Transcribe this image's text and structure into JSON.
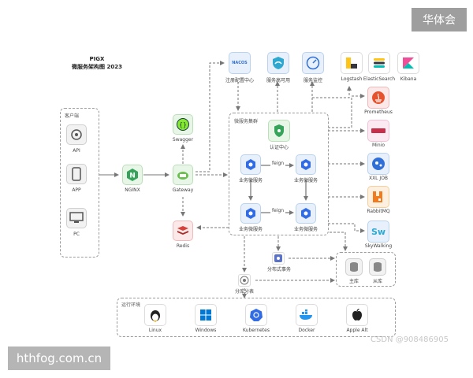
{
  "title": {
    "line1": "PIGX",
    "line2": "微服务架构图 2023"
  },
  "groups": {
    "client": "客户端",
    "microservice_cluster": "微服务集群",
    "runtime": "运行环境"
  },
  "clients": [
    {
      "label": "API",
      "icon": "api-icon"
    },
    {
      "label": "APP",
      "icon": "phone-icon"
    },
    {
      "label": "PC",
      "icon": "monitor-icon"
    }
  ],
  "nodes": {
    "nginx": "NGINX",
    "gateway": "Gateway",
    "swagger": "Swagger",
    "redis": "Redis",
    "nacos_logo": "NACOS",
    "registry": "注册配置中心",
    "service_availability": "服务高可用",
    "service_monitor": "服务监控",
    "auth_center": "认证中心",
    "biz_service_1": "业务微服务",
    "biz_service_2": "业务微服务",
    "biz_service_3": "业务微服务",
    "biz_service_4": "业务微服务",
    "feign_top": "feign",
    "feign_bottom": "feign",
    "distributed_tx": "分布式事务",
    "sharding": "分库分表",
    "master_db": "主库",
    "slave_db": "从库"
  },
  "right_tools": [
    {
      "label": "Prometheus",
      "icon": "prometheus-icon"
    },
    {
      "label": "Minio",
      "icon": "minio-icon"
    },
    {
      "label": "XXL JOB",
      "icon": "xxljob-icon"
    },
    {
      "label": "RabbitMQ",
      "icon": "rabbitmq-icon"
    },
    {
      "label": "SkyWalking",
      "icon": "skywalking-icon",
      "logo": "Sw"
    }
  ],
  "top_tools": [
    {
      "label": "Logstash",
      "icon": "logstash-icon"
    },
    {
      "label": "ElasticSearch",
      "icon": "elasticsearch-icon"
    },
    {
      "label": "Kibana",
      "icon": "kibana-icon"
    }
  ],
  "runtime_items": [
    {
      "label": "Linux",
      "icon": "linux-icon"
    },
    {
      "label": "Windows",
      "icon": "windows-icon"
    },
    {
      "label": "Kubernetes",
      "icon": "kubernetes-icon"
    },
    {
      "label": "Docker",
      "icon": "docker-icon"
    },
    {
      "label": "Apple Alt",
      "icon": "apple-icon"
    }
  ],
  "watermarks": {
    "top_right": "华体会",
    "bottom_left": "hthfog.com.cn",
    "csdn": "CSDN @908486905"
  },
  "colors": {
    "green": "#35a35a",
    "blue": "#2f6fd6",
    "red": "#d8413b",
    "orange": "#f27b1d",
    "teal": "#2fa8d0"
  }
}
